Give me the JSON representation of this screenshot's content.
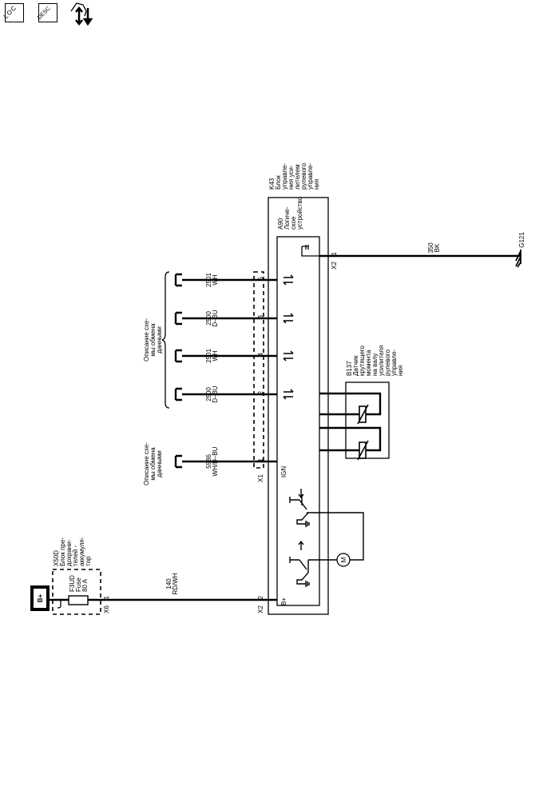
{
  "toolbar": {
    "loc_icon": "LOC",
    "desc_icon": "DESC",
    "third_icon": "connector-info-icon"
  },
  "labels": {
    "k43": [
      "K43",
      "Блок",
      "управле-",
      "ния уси-",
      "лителем",
      "рулевого",
      "управле-",
      "ния"
    ],
    "a90": [
      "A90",
      "Логиче-",
      "ское",
      "устройство"
    ],
    "b137": [
      "B137",
      "Датчик",
      "крутящего",
      "момента",
      "на валу",
      "усилителя",
      "рулевого",
      "управле-",
      "ния"
    ],
    "x50d": [
      "X50D",
      "Блок пре-",
      "дохрани-",
      "телей -",
      "аккумуля-",
      "тор"
    ],
    "fuse": [
      "F3UD",
      "Fuse",
      "80 A"
    ],
    "data_desc_bus": [
      "Описание схе-",
      "мы обмена",
      "данными"
    ],
    "data_desc_ign": [
      "Описание схе-",
      "мы обмена",
      "данными"
    ],
    "wire_5": [
      "2501",
      "WH"
    ],
    "wire_3": [
      "2500",
      "D–BU"
    ],
    "wire_4": [
      "2501",
      "WH"
    ],
    "wire_2": [
      "2500",
      "D–BU"
    ],
    "wire_1": [
      "5986",
      "WH/D–BU"
    ],
    "wire_bplus": [
      "140",
      "RD/WH"
    ],
    "wire_ground": [
      "350",
      "BK"
    ],
    "pin_x1_5": [
      "5"
    ],
    "pin_x1_3": [
      "3"
    ],
    "pin_x1_4": [
      "4"
    ],
    "pin_x1_2": [
      "2"
    ],
    "pin_x1_1": [
      "1"
    ],
    "conn_x1": [
      "X1"
    ],
    "pin_x2_2": [
      "2"
    ],
    "conn_x2_bplus": [
      "X2"
    ],
    "pin_x2_1": [
      "1"
    ],
    "conn_x2_gnd": [
      "X2"
    ],
    "pin_x6_1": [
      "1"
    ],
    "conn_x6": [
      "X6"
    ],
    "ign": [
      "IGN"
    ],
    "bplus_pin": [
      "B+"
    ],
    "ground_id": [
      "G121"
    ],
    "battery": [
      "B+"
    ],
    "motor": [
      "M"
    ]
  }
}
